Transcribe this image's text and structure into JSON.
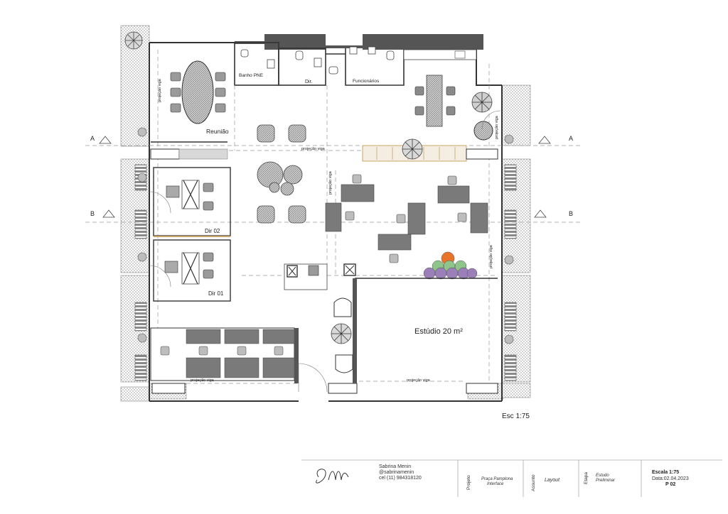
{
  "rooms": {
    "reuniao": "Reunião",
    "banho_pne": "Banho PNE",
    "dir": "Dir.",
    "funcionarios": "Funcionários",
    "dir02": "Dir 02",
    "dir01": "Dir 01",
    "estudio": "Estúdio 20 m²"
  },
  "annotations": {
    "beam": "projeção viga",
    "section_a": "A",
    "section_b": "B",
    "scale_note": "Esc 1:75"
  },
  "title_block": {
    "designer_name": "Sabrina Menin",
    "designer_handle": "@sabrinamenin",
    "designer_phone": "cel (11) 984318120",
    "projeto_label": "Projeto",
    "projeto_line1": "Praça Pamplona",
    "projeto_line2": "Interface",
    "assunto_label": "Assunto",
    "assunto_value": "Layout",
    "etapa_label": "Etapa",
    "etapa_line1": "Estudo",
    "etapa_line2": "Preliminar",
    "escala": "Escala 1:75",
    "data": "Data:02.04.2023",
    "sheet": "P 02"
  },
  "colors": {
    "wall": "#333333",
    "wall_dark": "#555555",
    "furniture": "#7a7a7a",
    "hatch": "#9a9a9a",
    "accent_orange": "#e8742a",
    "accent_green": "#8fc58a",
    "accent_purple": "#9a7fb8",
    "wood": "#c9a46a"
  }
}
